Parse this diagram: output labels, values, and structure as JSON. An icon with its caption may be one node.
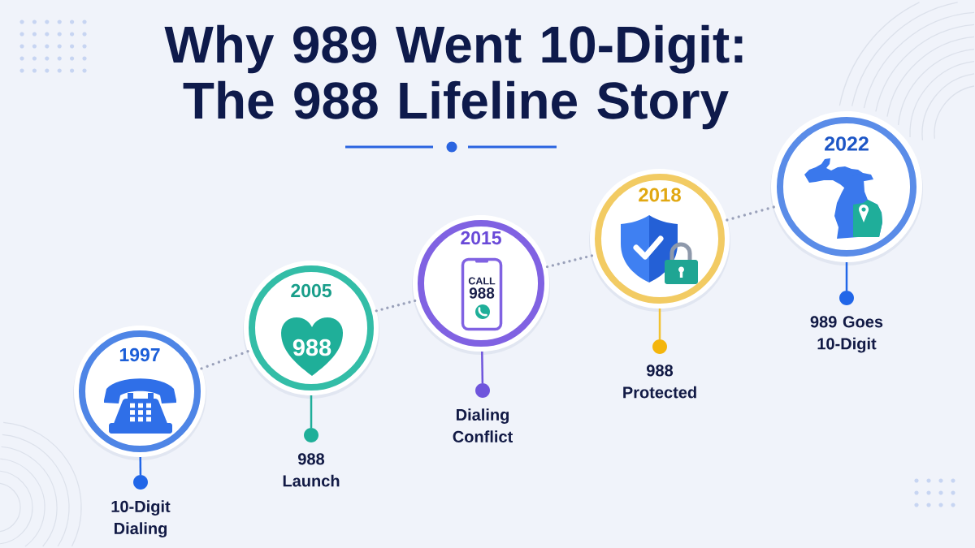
{
  "diagram": {
    "title": "Why 989 Went 10-Digit: The 988 Lifeline Story",
    "nodes": [
      {
        "text": [
          "1997"
        ]
      },
      {
        "text": [],
        "shape": "circle",
        "beside": [
          "10-Digit Dialing"
        ]
      },
      {
        "text": [
          "2005"
        ]
      },
      {
        "text": [
          "988"
        ],
        "in": 2
      },
      {
        "text": [],
        "shape": "circle",
        "beside": [
          "988 Launch"
        ]
      },
      {
        "text": [
          "2015"
        ]
      },
      {
        "text": [
          "CALL",
          "988"
        ],
        "in": 5
      },
      {
        "text": [],
        "shape": "circle",
        "beside": [
          "Dialing Conflict"
        ]
      },
      {
        "text": [
          "2018"
        ]
      },
      {
        "text": [],
        "shape": "circle",
        "beside": [
          "988 Protected"
        ]
      },
      {
        "text": [
          "2022"
        ]
      },
      {
        "text": [],
        "shape": "circle",
        "beside": [
          "989 Goes 10-Digit"
        ]
      }
    ],
    "edges": [
      {
        "from": 0,
        "to": 1,
        "arrow": "none",
        "color": "#2166e8"
      },
      {
        "from": 0,
        "to": 2,
        "arrow": "none",
        "style": "dashed"
      },
      {
        "from": 2,
        "to": 4,
        "arrow": "none",
        "color": "#1fae9a"
      },
      {
        "from": 2,
        "to": 5,
        "arrow": "none",
        "style": "dashed"
      },
      {
        "from": 5,
        "to": 7,
        "arrow": "none",
        "color": "#6f55dc"
      },
      {
        "from": 5,
        "to": 8,
        "arrow": "none",
        "style": "dashed"
      },
      {
        "from": 8,
        "to": 9,
        "arrow": "none",
        "color": "#f2c232"
      },
      {
        "from": 8,
        "to": 10,
        "arrow": "none",
        "style": "dashed"
      },
      {
        "from": 10,
        "to": 11,
        "arrow": "none",
        "color": "#2166e8"
      }
    ]
  }
}
